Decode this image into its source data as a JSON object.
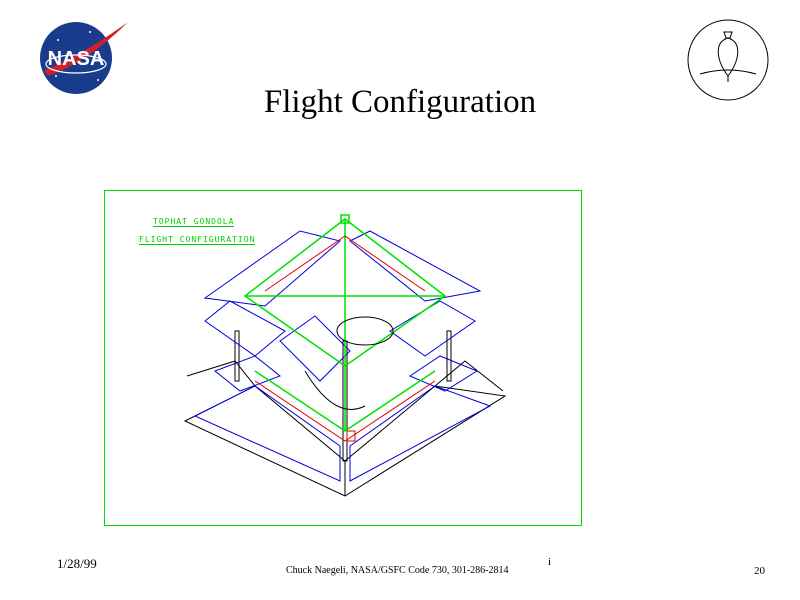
{
  "slide": {
    "title": "Flight Configuration",
    "logo_text": "NASA",
    "drawing_labels": {
      "line1": "TOPHAT GONDOLA",
      "line2": "FLIGHT CONFIGURATION"
    }
  },
  "footer": {
    "date": "1/28/99",
    "credit": "Chuck Naegeli, NASA/GSFC Code 730, 301-286-2814",
    "marker": "i",
    "page_number": "20"
  },
  "colors": {
    "frame": "#00e000",
    "panels": "#0000e0",
    "outline": "#000000",
    "accent": "#e00000"
  }
}
